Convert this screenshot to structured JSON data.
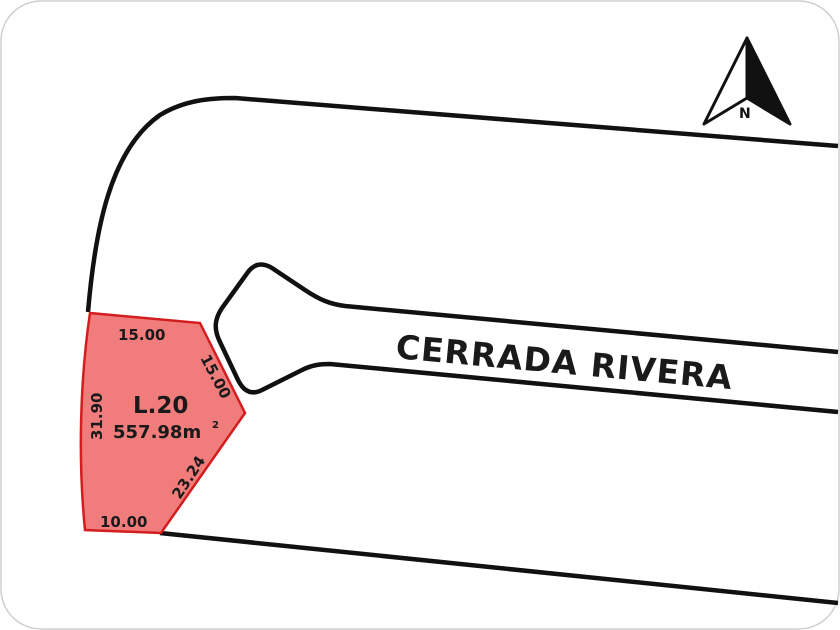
{
  "map": {
    "street_name": "CERRADA RIVERA",
    "north_label": "N",
    "lot": {
      "id": "L.20",
      "area": "557.98m",
      "area_superscript": "2",
      "fill_color": "#f07c7c",
      "stroke_color": "#d21e1e",
      "dimensions": {
        "top": "15.00",
        "upper_right": "15.00",
        "left": "31.90",
        "lower_right": "23.24",
        "bottom": "10.00"
      }
    }
  }
}
